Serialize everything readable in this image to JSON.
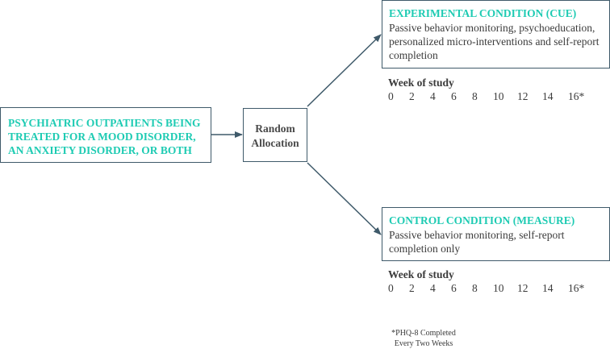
{
  "participants": {
    "lines": [
      "PSYCHIATRIC OUTPATIENTS BEING",
      "TREATED FOR A MOOD DISORDER,",
      "AN ANXIETY DISORDER, OR BOTH"
    ]
  },
  "allocation": {
    "lines": [
      "Random",
      "Allocation"
    ]
  },
  "experimental": {
    "title": "EXPERIMENTAL CONDITION (CUE)",
    "desc_lines": [
      "Passive behavior monitoring, psychoeducation,",
      "personalized micro-interventions and self-report",
      "completion"
    ],
    "week_label": "Week of study",
    "weeks": [
      "0",
      "2",
      "4",
      "6",
      "8",
      "10",
      "12",
      "14",
      "16*"
    ]
  },
  "control": {
    "title": "CONTROL CONDITION (MEASURE)",
    "desc_lines": [
      "Passive behavior monitoring, self-report",
      "completion only"
    ],
    "week_label": "Week of study",
    "weeks": [
      "0",
      "2",
      "4",
      "6",
      "8",
      "10",
      "12",
      "14",
      "16*"
    ]
  },
  "footnote": {
    "lines": [
      "*PHQ-8 Completed",
      "Every Two Weeks"
    ]
  },
  "colors": {
    "accent": "#1ecbb3",
    "border": "#3f5a6a",
    "text": "#3b3b3b"
  }
}
